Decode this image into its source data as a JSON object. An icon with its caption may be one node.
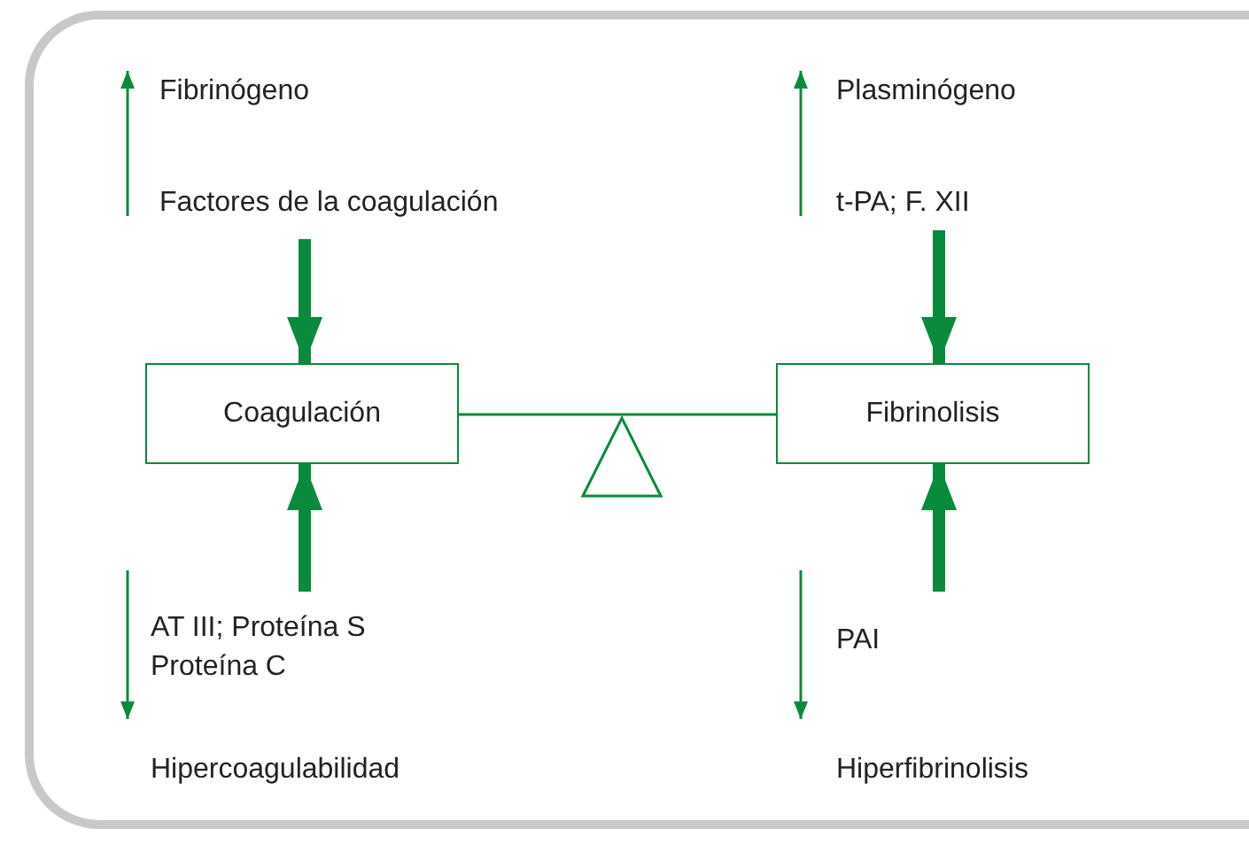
{
  "diagram": {
    "nodes": [
      {
        "text": [
          "Coagulación"
        ]
      },
      {
        "text": [
          "Fibrinolisis"
        ]
      },
      {
        "text": [],
        "shape": "triangle"
      },
      {
        "text": [
          "Factores de la coagulación"
        ]
      },
      {
        "text": [
          "t-PA; F. XII"
        ]
      },
      {
        "text": [
          "AT III; Proteína S Proteína C"
        ]
      },
      {
        "text": [
          "PAI"
        ]
      }
    ],
    "edges": [
      {
        "from": 3,
        "to": 0,
        "arrow": "to"
      },
      {
        "from": 4,
        "to": 1,
        "arrow": "to"
      },
      {
        "from": 5,
        "to": 0,
        "arrow": "to"
      },
      {
        "from": 6,
        "to": 1,
        "arrow": "to"
      },
      {
        "from": 0,
        "to": 1,
        "arrow": "none"
      }
    ],
    "labels": [
      "Fibrinógeno",
      "Plasminógeno",
      "Hipercoagulabilidad",
      "Hiperfibrinolisis"
    ]
  }
}
